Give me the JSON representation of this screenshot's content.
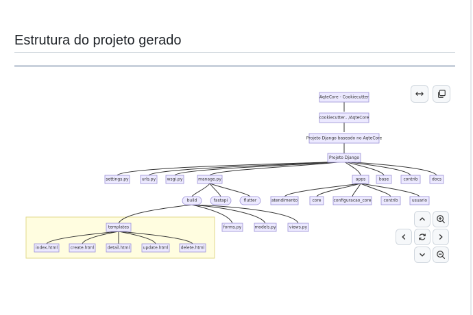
{
  "page": {
    "title": "Estrutura do projeto gerado"
  },
  "diagram": {
    "root": "AqteCore - Cookiecutter",
    "level2": "cookiecutter.. /AqteCore",
    "level3": "Projeto Django baseado no AqteCore",
    "level4": "Projeto Django",
    "top_children": [
      "settings.py",
      "urls.py",
      "wsgi.py",
      "manage.py",
      "apps",
      "base",
      "contrib",
      "docs"
    ],
    "manage_children": [
      "build",
      "fastapi",
      "flutter"
    ],
    "apps_children": [
      "atendimento",
      "core",
      "configuracao_core",
      "contrib",
      "usuario"
    ],
    "build_children": [
      "templates",
      "forms.py",
      "models.py",
      "views.py"
    ],
    "template_children": [
      "index.html",
      "create.html",
      "detail.html",
      "update.html",
      "delete.html"
    ]
  },
  "controls": {
    "fit_icon": "horizontal-arrows-icon",
    "copy_icon": "copy-icon",
    "up_icon": "chevron-up-icon",
    "left_icon": "chevron-left-icon",
    "reset_icon": "reset-icon",
    "right_icon": "chevron-right-icon",
    "down_icon": "chevron-down-icon",
    "zoom_in_icon": "zoom-in-icon",
    "zoom_out_icon": "zoom-out-icon",
    "highlight_color": "#fffde0",
    "node_fill": "#ece9ff",
    "node_stroke": "#9a8fd6"
  }
}
